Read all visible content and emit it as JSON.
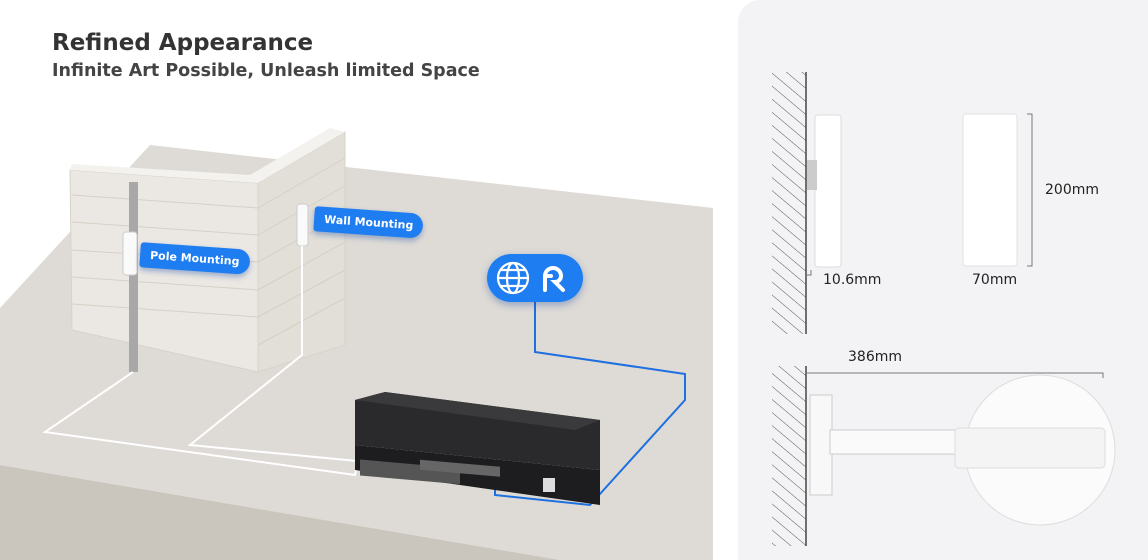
{
  "header": {
    "title": "Refined Appearance",
    "subtitle": "Infinite Art Possible, Unleash limited Space"
  },
  "scene": {
    "labels": [
      "Pole Mounting",
      "Wall Mounting"
    ],
    "cloud_badge_icons": [
      "globe-icon",
      "cloud-r-icon"
    ]
  },
  "dimensions": {
    "side_depth": "10.6mm",
    "front_width": "70mm",
    "height": "200mm",
    "bracket_length": "386mm"
  },
  "colors": {
    "accent": "#1e7df0",
    "panel_bg": "#f3f3f5"
  }
}
